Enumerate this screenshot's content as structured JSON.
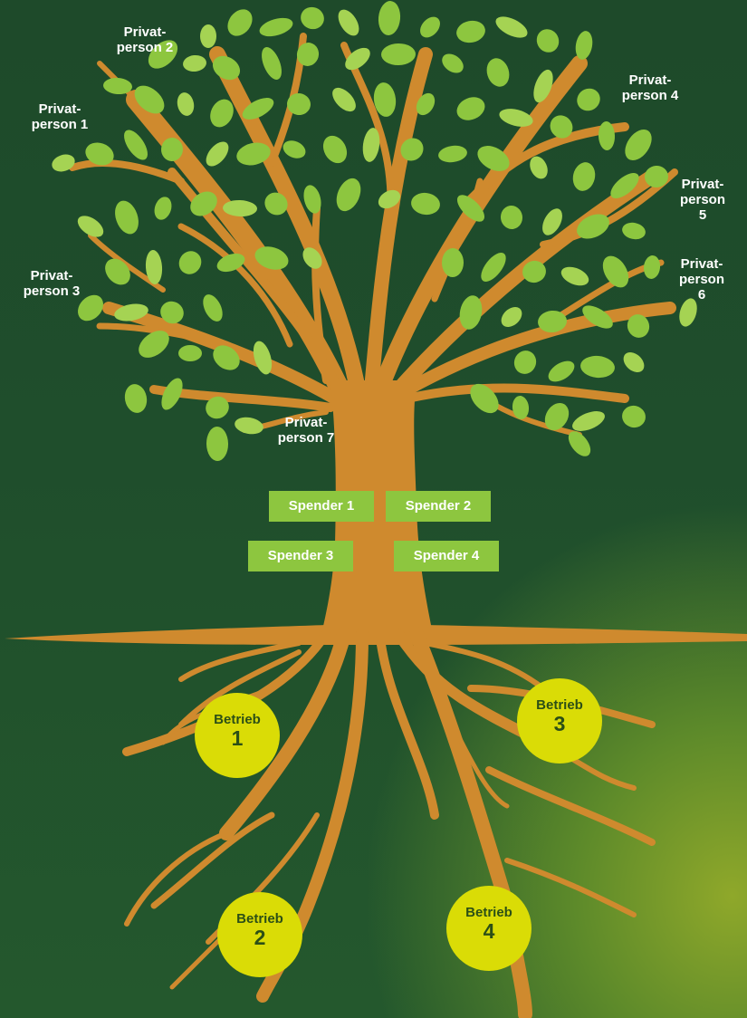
{
  "colors": {
    "trunk": "#cf8a2e",
    "leaf": "#8dc63f",
    "leaf_light": "#a5d353",
    "spender_box": "#8dc63f",
    "betrieb_circle": "#dadc06"
  },
  "private_persons": [
    {
      "label": "Privat-\nperson 1"
    },
    {
      "label": "Privat-\nperson 2"
    },
    {
      "label": "Privat-\nperson 3"
    },
    {
      "label": "Privat-\nperson 4"
    },
    {
      "label": "Privat-\nperson 5"
    },
    {
      "label": "Privat-\nperson 6"
    },
    {
      "label": "Privat-\nperson 7"
    }
  ],
  "spenders": [
    {
      "label": "Spender 1"
    },
    {
      "label": "Spender 2"
    },
    {
      "label": "Spender 3"
    },
    {
      "label": "Spender 4"
    }
  ],
  "betriebe": [
    {
      "word": "Betrieb",
      "number": "1"
    },
    {
      "word": "Betrieb",
      "number": "2"
    },
    {
      "word": "Betrieb",
      "number": "3"
    },
    {
      "word": "Betrieb",
      "number": "4"
    }
  ]
}
